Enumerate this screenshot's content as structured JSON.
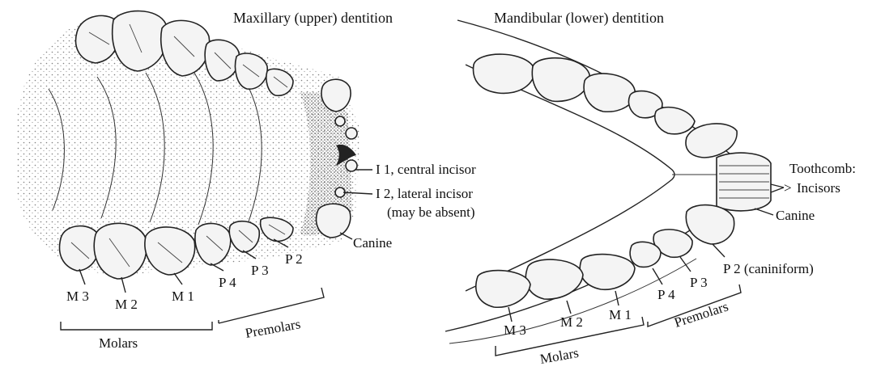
{
  "figure": {
    "upper_title": "Maxillary (upper) dentition",
    "lower_title": "Mandibular (lower) dentition",
    "upper": {
      "labels": {
        "m3": "M 3",
        "m2": "M 2",
        "m1": "M 1",
        "p4": "P 4",
        "p3": "P 3",
        "p2": "P 2",
        "canine": "Canine",
        "i1": "I 1, central incisor",
        "i2": "I 2, lateral incisor",
        "i2_note": "(may be absent)",
        "molars": "Molars",
        "premolars": "Premolars"
      }
    },
    "lower": {
      "labels": {
        "m3": "M 3",
        "m2": "M 2",
        "m1": "M 1",
        "p4": "P 4",
        "p3": "P 3",
        "p2": "P 2 (caniniform)",
        "canine": "Canine",
        "toothcomb": "Toothcomb:",
        "incisors": "Incisors",
        "molars": "Molars",
        "premolars": "Premolars"
      }
    }
  }
}
